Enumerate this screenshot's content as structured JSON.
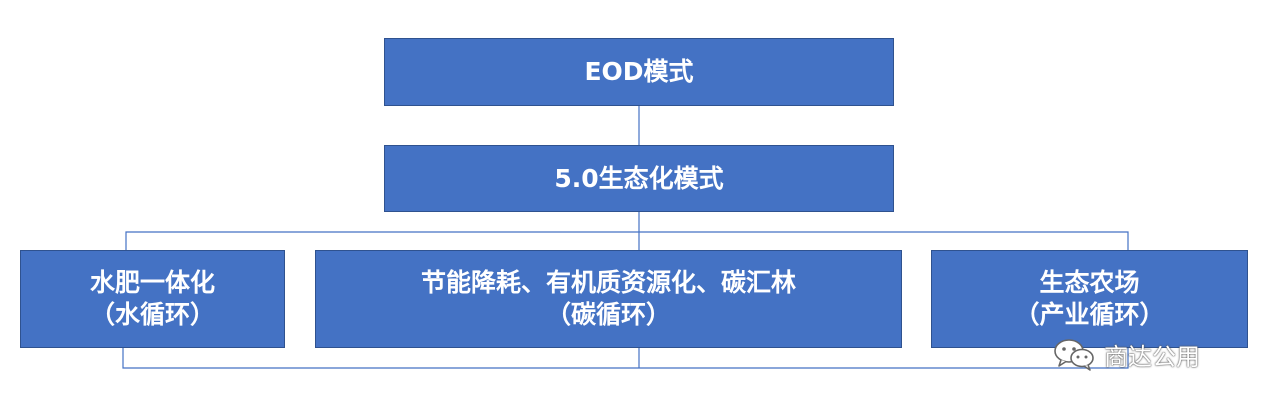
{
  "diagram": {
    "top_node": "EOD模式",
    "middle_node": "5.0生态化模式",
    "children": [
      {
        "line1": "水肥一体化",
        "line2": "（水循环）"
      },
      {
        "line1": "节能降耗、有机质资源化、碳汇林",
        "line2": "（碳循环）"
      },
      {
        "line1": "生态农场",
        "line2": "（产业循环）"
      }
    ]
  },
  "watermark": {
    "text": "商达公用",
    "icon": "wechat-icon"
  },
  "colors": {
    "box_fill": "#4472c4",
    "box_border": "#2f528f",
    "connector": "#4472c4",
    "text": "#ffffff"
  }
}
